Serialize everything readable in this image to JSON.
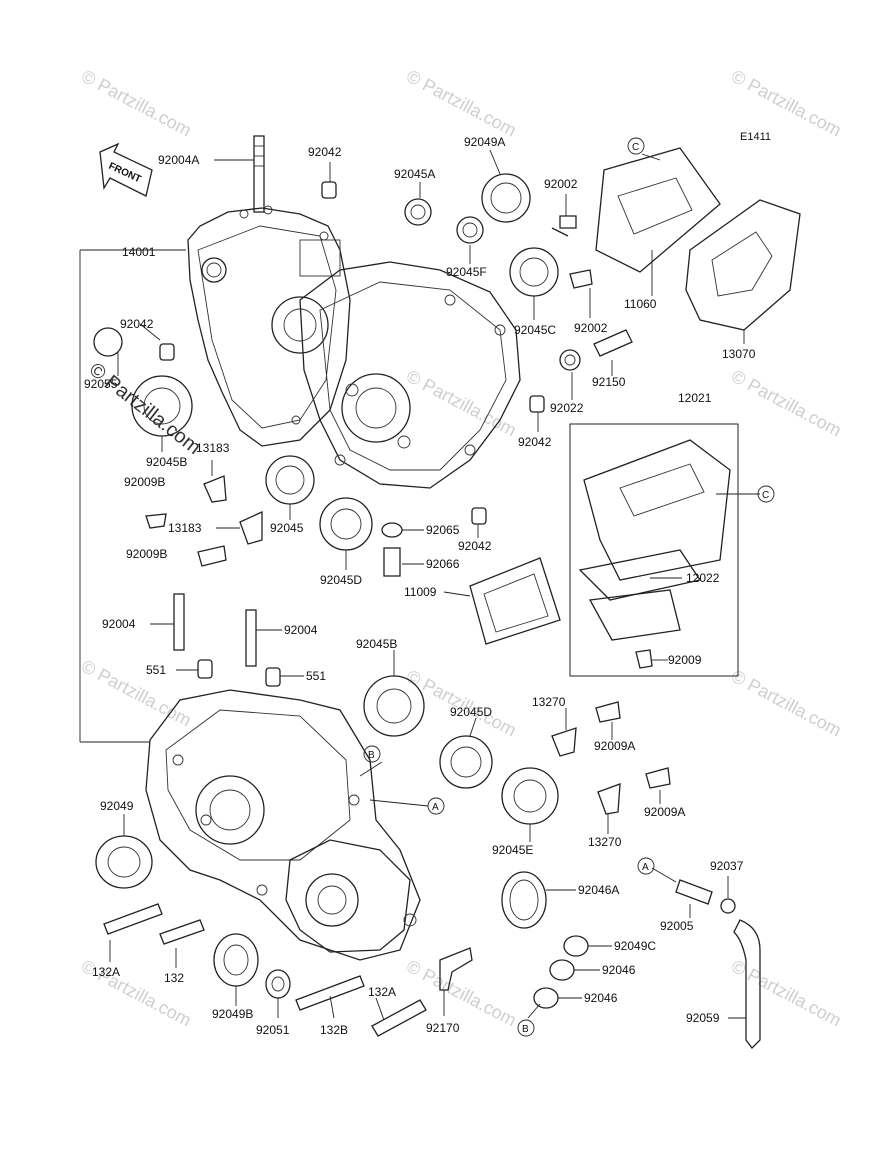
{
  "diagram_code": "E1411",
  "front_label": "FRONT",
  "watermark": "© Partzilla.com",
  "callouts": {
    "A": "A",
    "B": "B",
    "C": "C"
  },
  "parts": {
    "p92004A": "92004A",
    "p92042_top": "92042",
    "p92045A": "92045A",
    "p92049A": "92049A",
    "p92002_top": "92002",
    "p14001": "14001",
    "p92045F": "92045F",
    "p92045C": "92045C",
    "p92002_mid": "92002",
    "p11060": "11060",
    "p13070": "13070",
    "p92042_left": "92042",
    "p92055": "92055",
    "p92150": "92150",
    "p92022": "92022",
    "p12021": "12021",
    "p92042_r1": "92042",
    "p92045B_upper": "92045B",
    "p13183_a": "13183",
    "p92009B_a": "92009B",
    "p13183_b": "13183",
    "p92045": "92045",
    "p92065": "92065",
    "p92042_r2": "92042",
    "p92009B_b": "92009B",
    "p92045D_upper": "92045D",
    "p92066": "92066",
    "p11009": "11009",
    "p12022": "12022",
    "p92004_l": "92004",
    "p92004_r": "92004",
    "p92045B_lower": "92045B",
    "p92009_reed": "92009",
    "p551_l": "551",
    "p551_r": "551",
    "p13270_a": "13270",
    "p92045D_lower": "92045D",
    "p92009A_a": "92009A",
    "p92049": "92049",
    "p92045E": "92045E",
    "p92009A_b": "92009A",
    "p13270_b": "13270",
    "p92037": "92037",
    "p92046A": "92046A",
    "p92005": "92005",
    "p132A_l": "132A",
    "p132": "132",
    "p92049C": "92049C",
    "p92046_a": "92046",
    "p92046_b": "92046",
    "p92059": "92059",
    "p132A_b": "132A",
    "p92049B": "92049B",
    "p92051": "92051",
    "p132B": "132B",
    "p92170": "92170"
  }
}
